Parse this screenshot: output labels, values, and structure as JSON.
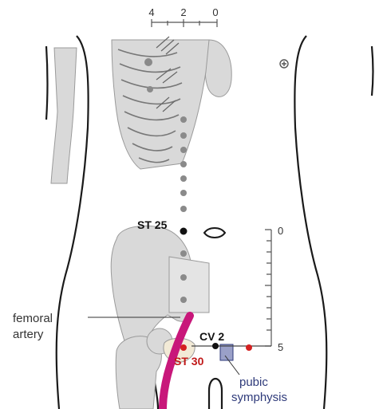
{
  "scale_top": {
    "ticks": [
      "4",
      "2",
      "0"
    ]
  },
  "scale_right": {
    "ticks": [
      "0",
      "5"
    ]
  },
  "points": {
    "st25": "ST 25",
    "cv2": "CV 2",
    "st30": "ST 30"
  },
  "labels": {
    "femoral_line1": "femoral",
    "femoral_line2": "artery",
    "pubic_line1": "pubic",
    "pubic_line2": "symphysis"
  },
  "colors": {
    "bone": "#d9d9d9",
    "bone_outline": "#9a9a9a",
    "outline": "#1a1a1a",
    "artery": "#c8177a",
    "point_black": "#111111",
    "point_red": "#d42020",
    "point_gray": "#8a8a8a",
    "label_red": "#c01818",
    "label_blue": "#2e3a7a",
    "symphysis": "#9aa0c8"
  }
}
